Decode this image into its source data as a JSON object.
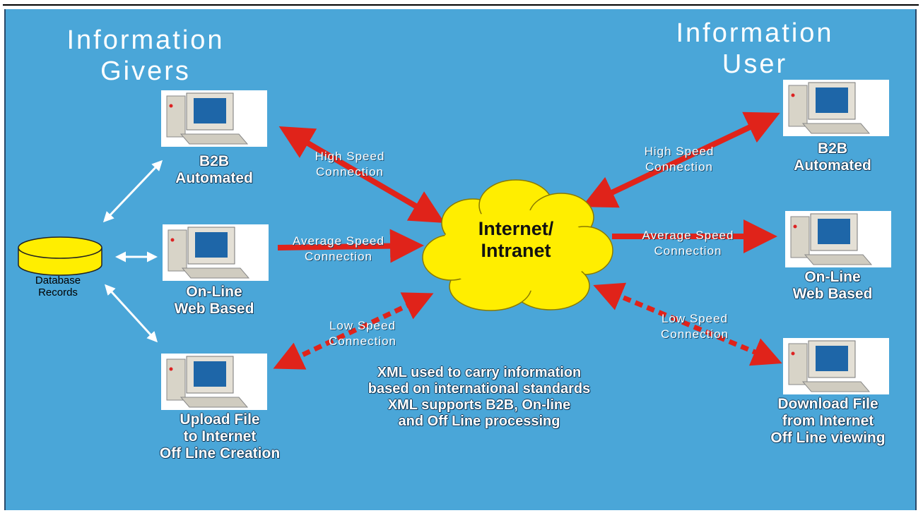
{
  "headings": {
    "givers": "Information\nGivers",
    "user": "Information\nUser"
  },
  "cloud": {
    "label": "Internet/\nIntranet"
  },
  "database": {
    "label": "Database\nRecords",
    "color": "#ffee00"
  },
  "givers": {
    "b2b": "B2B\nAutomated",
    "online": "On-Line\nWeb Based",
    "upload": "Upload File\nto Internet\nOff Line Creation"
  },
  "users": {
    "b2b": "B2B\nAutomated",
    "online": "On-Line\nWeb Based",
    "download": "Download File\nfrom Internet\nOff Line viewing"
  },
  "connections": {
    "left_high": "High Speed\nConnection",
    "left_avg": "Average Speed\nConnection",
    "left_low": "Low Speed\nConnection",
    "right_high": "High Speed\nConnection",
    "right_avg": "Average Speed\nConnection",
    "right_low": "Low Speed\nConnection"
  },
  "note": "XML used to carry information\nbased on international standards\nXML supports B2B,  On-line\nand Off Line processing",
  "colors": {
    "background": "#4aa6d8",
    "arrow": "#e0231a",
    "cloud": "#ffee00",
    "link": "#ffffff"
  }
}
